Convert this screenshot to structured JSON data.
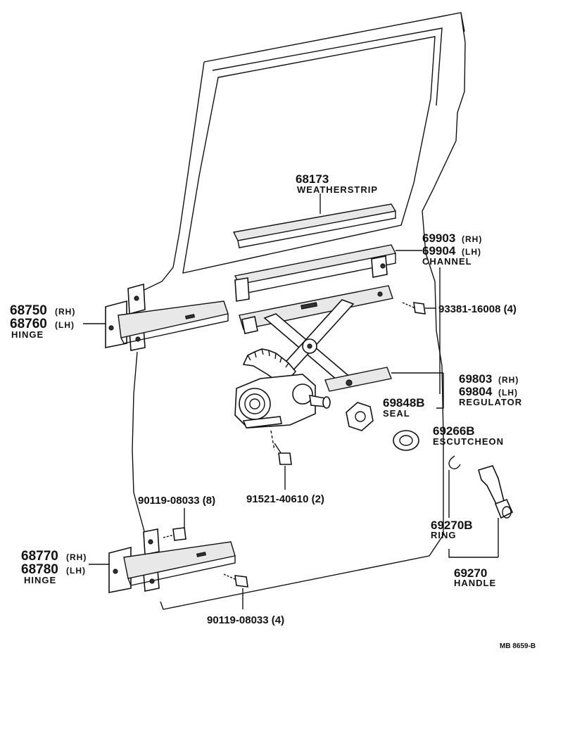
{
  "parts": {
    "weatherstrip": {
      "number": "68173",
      "name": "WEATHERSTRIP"
    },
    "channel": {
      "number_rh": "69903",
      "suffix_rh": "(RH)",
      "number_lh": "69904",
      "suffix_lh": "(LH)",
      "name": "CHANNEL"
    },
    "bolt_93381": {
      "number": "93381-16008 (4)"
    },
    "hinge_upper": {
      "number_rh": "68750",
      "suffix_rh": "(RH)",
      "number_lh": "68760",
      "suffix_lh": "(LH)",
      "name": "HINGE"
    },
    "regulator": {
      "number_rh": "69803",
      "suffix_rh": "(RH)",
      "number_lh": "69804",
      "suffix_lh": "(LH)",
      "name": "REGULATOR"
    },
    "seal": {
      "number": "69848B",
      "name": "SEAL"
    },
    "escutcheon": {
      "number": "69266B",
      "name": "ESCUTCHEON"
    },
    "bolt_91521": {
      "number": "91521-40610 (2)"
    },
    "bolt_90119_8": {
      "number": "90119-08033 (8)"
    },
    "ring": {
      "number": "69270B",
      "name": "RING"
    },
    "hinge_lower": {
      "number_rh": "68770",
      "suffix_rh": "(RH)",
      "number_lh": "68780",
      "suffix_lh": "(LH)",
      "name": "HINGE"
    },
    "handle": {
      "number": "69270",
      "name": "HANDLE"
    },
    "bolt_90119_4": {
      "number": "90119-08033 (4)"
    }
  },
  "figure_ref": "MB  8659-B"
}
